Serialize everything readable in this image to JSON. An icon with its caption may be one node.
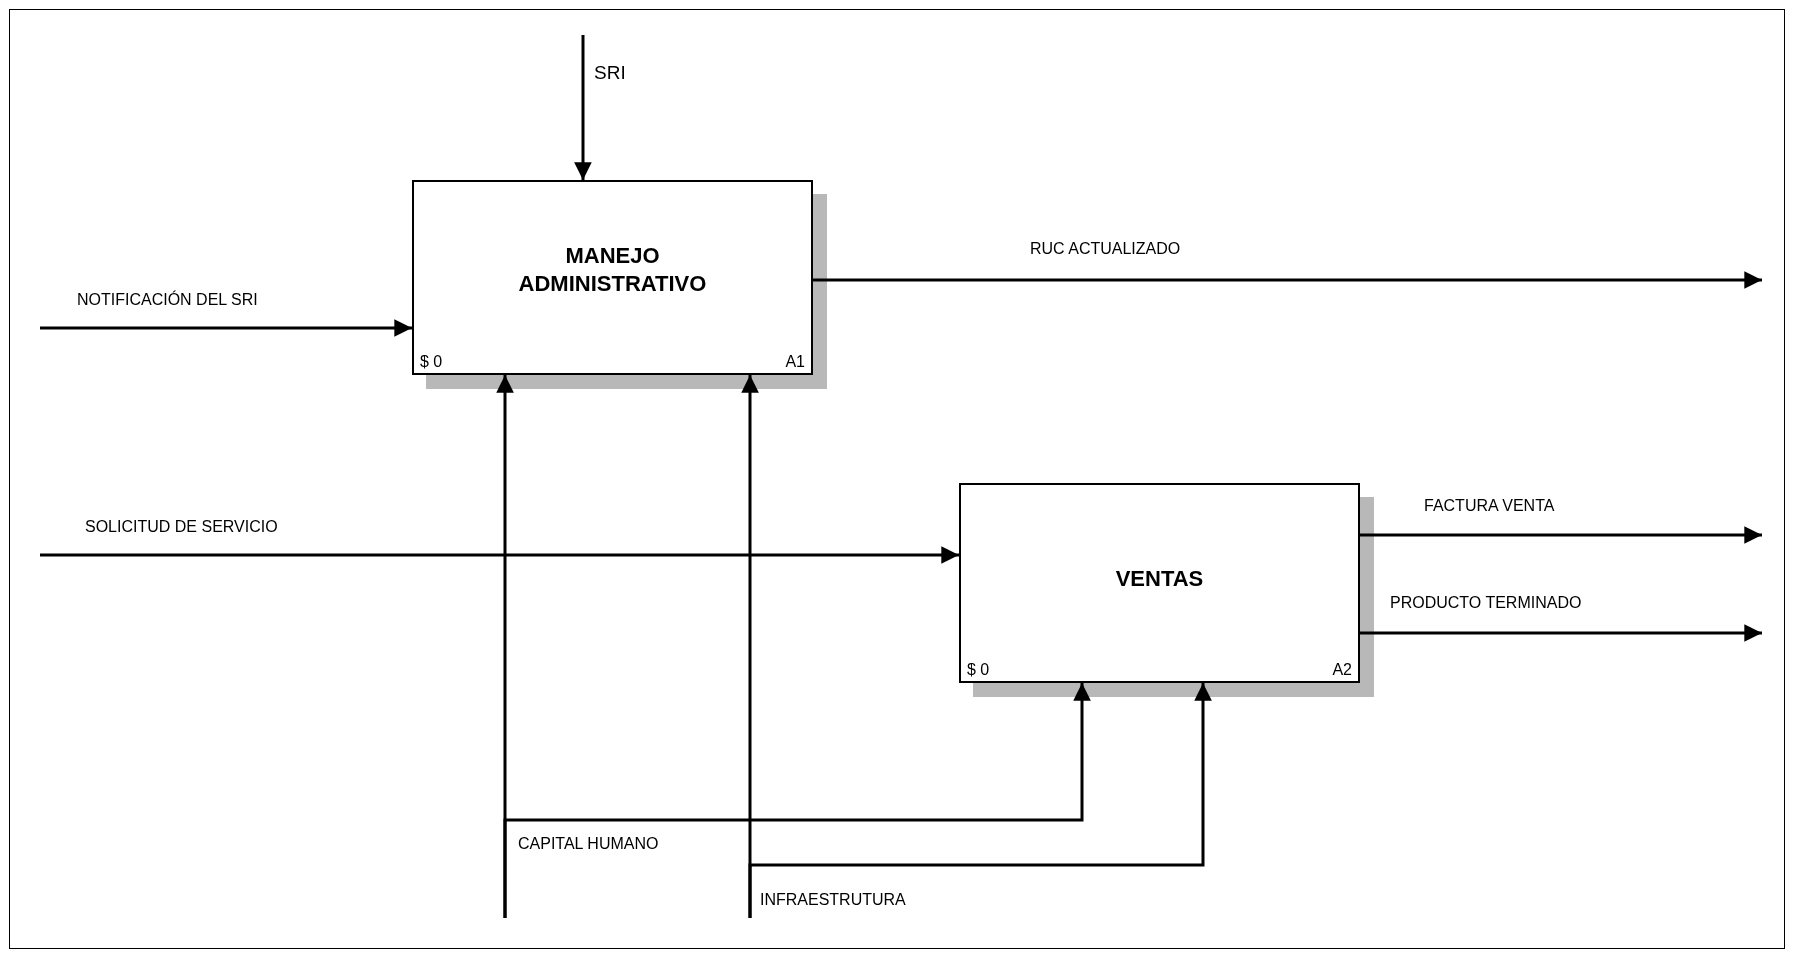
{
  "diagram": {
    "nodes": [
      {
        "text": [
          "MANEJO ADMINISTRATIVO",
          "$ 0",
          "A1"
        ]
      },
      {
        "text": [
          "VENTAS",
          "$ 0",
          "A2"
        ]
      }
    ],
    "edges": [
      {
        "from": null,
        "to": 0,
        "arrow": "to",
        "label": "SRI"
      },
      {
        "from": null,
        "to": 0,
        "arrow": "to",
        "label": "NOTIFICACIÓN DEL SRI"
      },
      {
        "from": 0,
        "to": null,
        "arrow": "to",
        "label": "RUC ACTUALIZADO"
      },
      {
        "from": null,
        "to": 1,
        "arrow": "to",
        "label": "SOLICITUD DE SERVICIO"
      },
      {
        "from": 1,
        "to": null,
        "arrow": "to",
        "label": "FACTURA VENTA"
      },
      {
        "from": 1,
        "to": null,
        "arrow": "to",
        "label": "PRODUCTO TERMINADO"
      },
      {
        "from": null,
        "to": 0,
        "arrow": "to",
        "label": "CAPITAL HUMANO"
      },
      {
        "from": null,
        "to": 1,
        "arrow": "to"
      },
      {
        "from": null,
        "to": 0,
        "arrow": "to",
        "label": "INFRAESTRUTURA"
      },
      {
        "from": null,
        "to": 1,
        "arrow": "to"
      }
    ]
  }
}
